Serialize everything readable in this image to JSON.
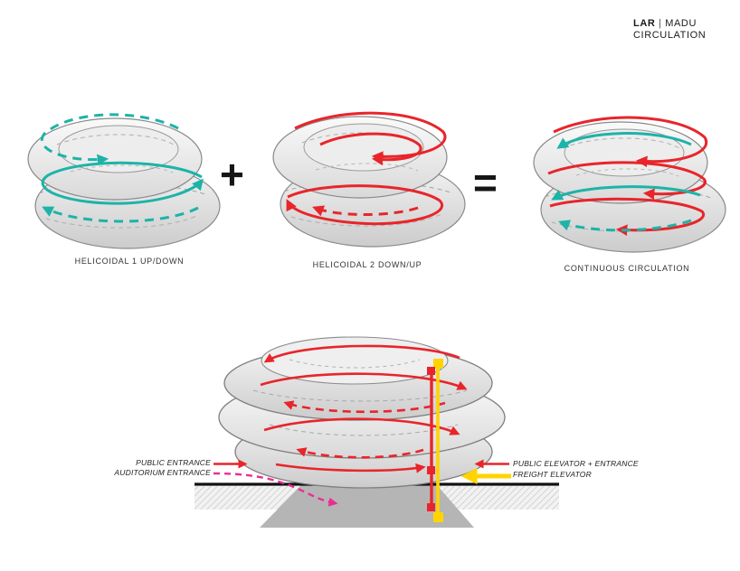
{
  "header": {
    "brand_bold": "LAR",
    "brand_separator": "|",
    "brand_light": "MADU",
    "subtitle": "CIRCULATION"
  },
  "equation": {
    "plus": "+",
    "equals": "="
  },
  "top_diagrams": [
    {
      "label": "HELICOIDAL 1 UP/DOWN",
      "arrow_color": "#1db3a8",
      "arrow_styles": "dashed and solid teal loops"
    },
    {
      "label": "HELICOIDAL 2 DOWN/UP",
      "arrow_color": "#e8252a",
      "arrow_styles": "solid and dashed red loops"
    },
    {
      "label": "CONTINUOUS CIRCULATION",
      "arrow_colors": [
        "#1db3a8",
        "#e8252a"
      ],
      "arrow_styles": "interleaved teal and red loops"
    }
  ],
  "section_diagram": {
    "annotations_left": [
      {
        "label": "PUBLIC ENTRANCE",
        "arrow_color": "#e8252a",
        "arrow_style": "solid",
        "arrow_direction": "right"
      },
      {
        "label": "AUDITORIUM ENTRANCE",
        "arrow_color": "#ec2d90",
        "arrow_style": "dashed",
        "arrow_direction": "right"
      }
    ],
    "annotations_right": [
      {
        "label": "PUBLIC ELEVATOR + ENTRANCE",
        "arrow_color": "#e8252a",
        "arrow_style": "solid",
        "arrow_direction": "left"
      },
      {
        "label": "FREIGHT ELEVATOR",
        "arrow_color": "#ffd400",
        "arrow_style": "solid thick",
        "arrow_direction": "left"
      }
    ],
    "elevator_shaft_colors": [
      "#ffd400",
      "#e8252a"
    ]
  },
  "colors": {
    "teal": "#1db3a8",
    "red": "#e8252a",
    "magenta": "#ec2d90",
    "yellow": "#ffd400",
    "form_gray_light": "#f3f3f3",
    "form_gray_dark": "#cfcfcf",
    "ground_line": "#111111",
    "base_gray": "#b5b5b5"
  }
}
